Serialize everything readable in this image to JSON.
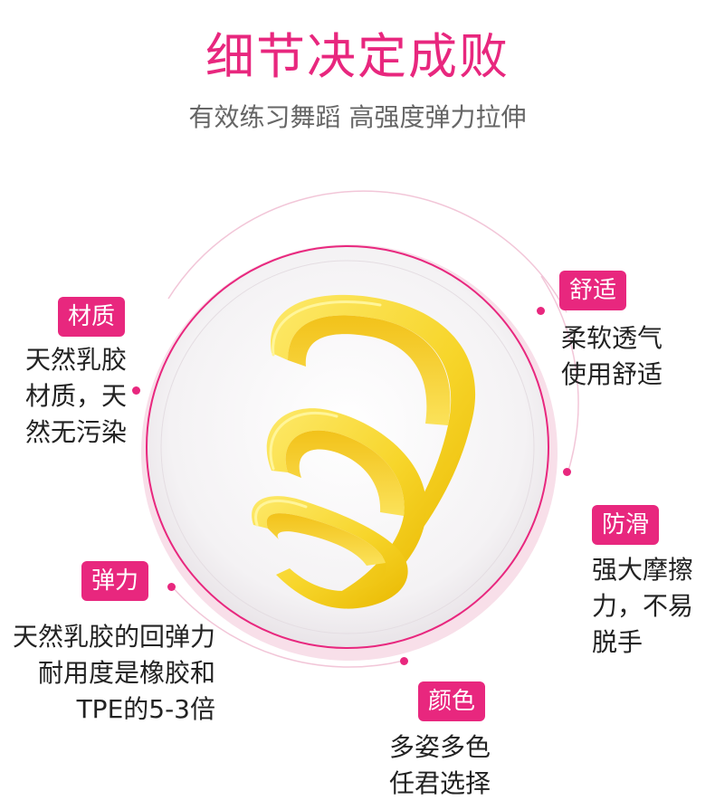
{
  "header": {
    "title": "细节决定成败",
    "subtitle": "有效练习舞蹈 高强度弹力拉伸"
  },
  "features": {
    "material": {
      "label": "材质",
      "lines": [
        "天然乳胶",
        "材质，天",
        "然无污染"
      ]
    },
    "comfort": {
      "label": "舒适",
      "lines": [
        "柔软透气",
        "使用舒适"
      ]
    },
    "antislip": {
      "label": "防滑",
      "lines": [
        "强大摩擦",
        "力，不易",
        "脱手"
      ]
    },
    "elastic": {
      "label": "弹力",
      "lines": [
        "天然乳胶的回弹力",
        "耐用度是橡胶和",
        "TPE的5-3倍"
      ]
    },
    "color": {
      "label": "颜色",
      "lines": [
        "多姿多色",
        "任君选择"
      ]
    }
  },
  "colors": {
    "accent": "#e8277e",
    "ring_shadow": "#f6d6e4",
    "band": "#f7dc3a"
  }
}
